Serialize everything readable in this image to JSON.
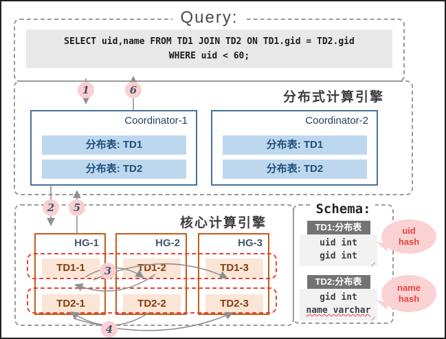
{
  "query": {
    "title": "Query:",
    "sql_line1": "SELECT uid,name FROM TD1 JOIN TD2 ON TD1.gid = TD2.gid",
    "sql_line2": "WHERE uid < 60;"
  },
  "distributed_engine": {
    "label": "分布式计算引擎",
    "coordinators": [
      {
        "name": "Coordinator-1",
        "tables": [
          "分布表: TD1",
          "分布表: TD2"
        ]
      },
      {
        "name": "Coordinator-2",
        "tables": [
          "分布表: TD1",
          "分布表: TD2"
        ]
      }
    ]
  },
  "core_engine": {
    "label": "核心计算引擎",
    "nodes": [
      {
        "name": "HG-1",
        "shards": [
          "TD1-1",
          "TD2-1"
        ]
      },
      {
        "name": "HG-2",
        "shards": [
          "TD1-2",
          "TD2-2"
        ]
      },
      {
        "name": "HG-3",
        "shards": [
          "TD1-3",
          "TD2-3"
        ]
      }
    ]
  },
  "schema": {
    "title": "Schema:",
    "tables": [
      {
        "header": "TD1:分布表",
        "fields": [
          "uid int",
          "gid int"
        ]
      },
      {
        "header": "TD2:分布表",
        "fields": [
          "gid int",
          "name varchar"
        ]
      }
    ]
  },
  "bubbles": [
    {
      "line1": "uid",
      "line2": "hash"
    },
    {
      "line1": "name",
      "line2": "hash"
    }
  ],
  "steps": {
    "s1": "1",
    "s2": "2",
    "s3": "3",
    "s4": "4",
    "s5": "5",
    "s6": "6"
  },
  "colors": {
    "coordinator_border": "#41719c",
    "coordinator_fill": "#bdd7ee",
    "coordinator_text": "#1f4e79",
    "node_border": "#c55a11",
    "shard_fill": "#fbe5d6",
    "shard_text": "#843c0c",
    "red_dashed": "#e8403a",
    "step_badge": "#f9cfd1",
    "bubble_fill": "#fad2d4",
    "bubble_text": "#e8453c",
    "arrow_gray": "#8f8f8f",
    "code_bg": "#e8e8e8",
    "schema_header_bg": "#737373"
  }
}
